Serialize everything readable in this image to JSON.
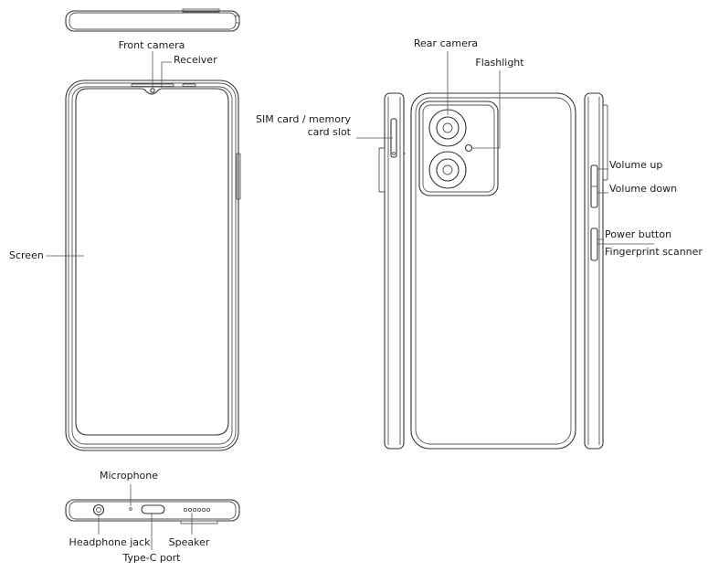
{
  "labels": {
    "front_camera": "Front camera",
    "receiver": "Receiver",
    "screen": "Screen",
    "rear_camera": "Rear camera",
    "flashlight": "Flashlight",
    "sim_slot_line1": "SIM card / memory",
    "sim_slot_line2": "card slot",
    "volume_up": "Volume up",
    "volume_down": "Volume down",
    "power_button": "Power button",
    "fingerprint_scanner": "Fingerprint scanner",
    "microphone": "Microphone",
    "headphone_jack": "Headphone jack",
    "type_c_port": "Type-C port",
    "speaker": "Speaker"
  }
}
